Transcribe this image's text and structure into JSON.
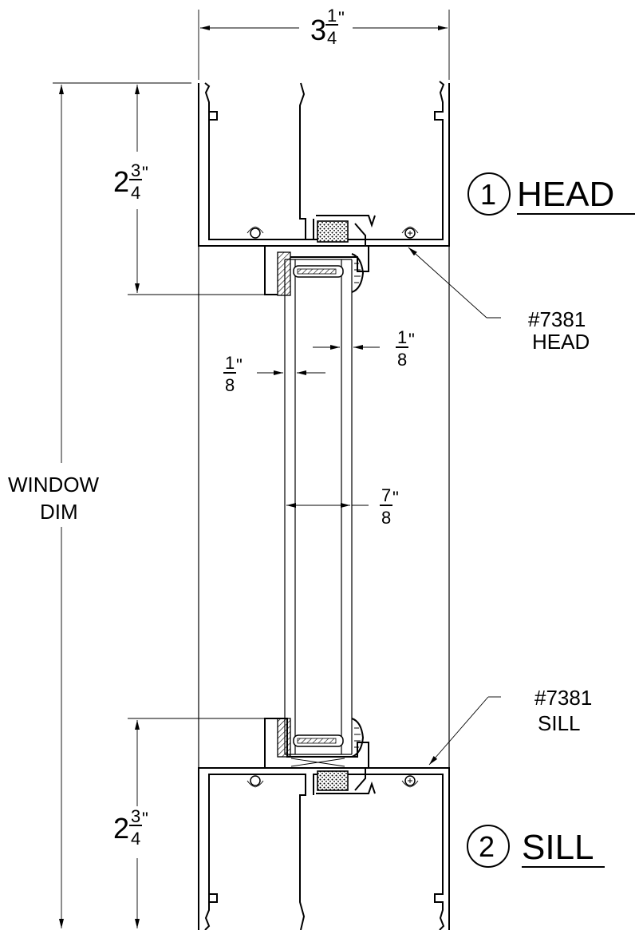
{
  "labels": {
    "width_dim": {
      "whole": "3",
      "num": "1",
      "den": "4",
      "unit": "\""
    },
    "head_height_dim": {
      "whole": "2",
      "num": "3",
      "den": "4",
      "unit": "\""
    },
    "sill_height_dim": {
      "whole": "2",
      "num": "3",
      "den": "4",
      "unit": "\""
    },
    "window_dim_line1": "WINDOW",
    "window_dim_line2": "DIM",
    "glass_left_gap": {
      "num": "1",
      "den": "8",
      "unit": "\""
    },
    "glass_right_gap": {
      "num": "1",
      "den": "8",
      "unit": "\""
    },
    "glass_thickness": {
      "num": "7",
      "den": "8",
      "unit": "\""
    },
    "head_part_line1": "#7381",
    "head_part_line2": "HEAD",
    "sill_part_line1": "#7381",
    "sill_part_line2": "SILL"
  },
  "section_titles": [
    {
      "number": "1",
      "name": "HEAD"
    },
    {
      "number": "2",
      "name": "SILL"
    }
  ]
}
